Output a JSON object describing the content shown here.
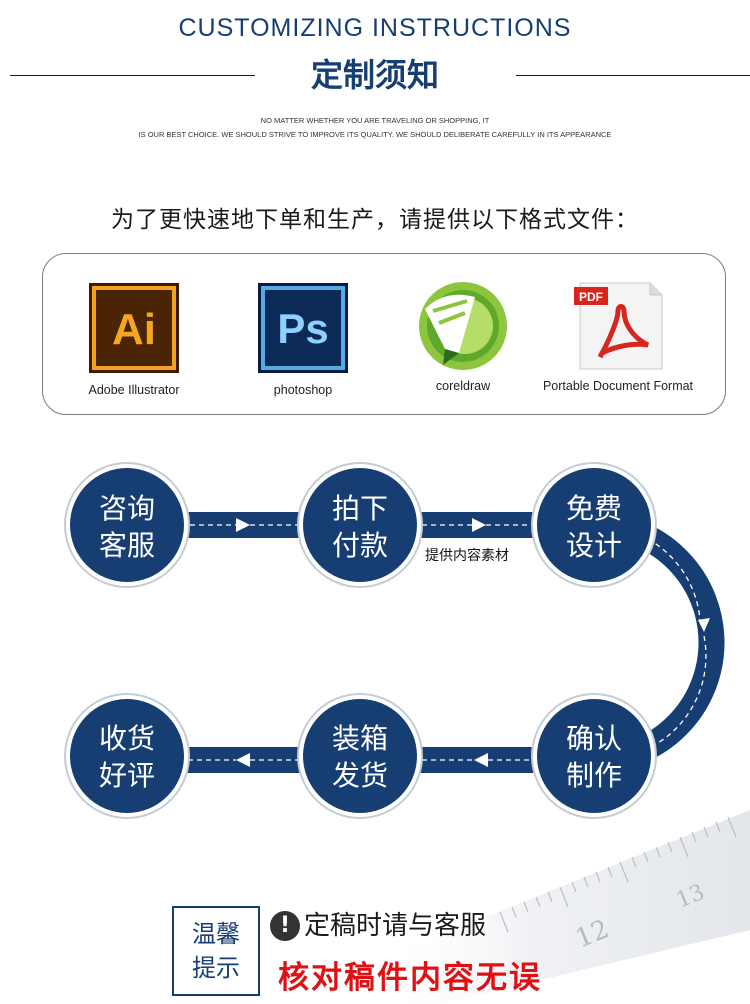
{
  "header": {
    "title_en": "CUSTOMIZING INSTRUCTIONS",
    "title_cn": "定制须知",
    "subtitle_line1": "NO MATTER WHETHER YOU ARE TRAVELING OR SHOPPING, IT",
    "subtitle_line2": "IS OUR BEST CHOICE. WE SHOULD STRIVE TO IMPROVE ITS QUALITY. WE SHOULD DELIBERATE CAREFULLY IN ITS APPEARANCE"
  },
  "intro": "为了更快速地下单和生产，请提供以下格式文件：",
  "software": [
    {
      "icon": "ai",
      "icon_text": "Ai",
      "label": "Adobe Illustrator"
    },
    {
      "icon": "ps",
      "icon_text": "Ps",
      "label": "photoshop"
    },
    {
      "icon": "coreldraw",
      "label": "coreldraw"
    },
    {
      "icon": "pdf",
      "icon_text": "PDF",
      "label": "Portable Document Format"
    }
  ],
  "steps": {
    "s1": {
      "line1": "咨询",
      "line2": "客服"
    },
    "s2": {
      "line1": "拍下",
      "line2": "付款"
    },
    "s3": {
      "line1": "免费",
      "line2": "设计"
    },
    "s4": {
      "line1": "确认",
      "line2": "制作"
    },
    "s5": {
      "line1": "装箱",
      "line2": "发货"
    },
    "s6": {
      "line1": "收货",
      "line2": "好评"
    }
  },
  "step_note": "提供内容素材",
  "ruler_labels": {
    "a": "12",
    "b": "13"
  },
  "tip": {
    "box_line1": "温馨",
    "box_line2": "提示",
    "warn_icon": "!",
    "line1": "定稿时请与客服",
    "line2": "核对稿件内容无误"
  },
  "colors": {
    "brand_navy": "#173e72",
    "alert_red": "#e01015"
  }
}
